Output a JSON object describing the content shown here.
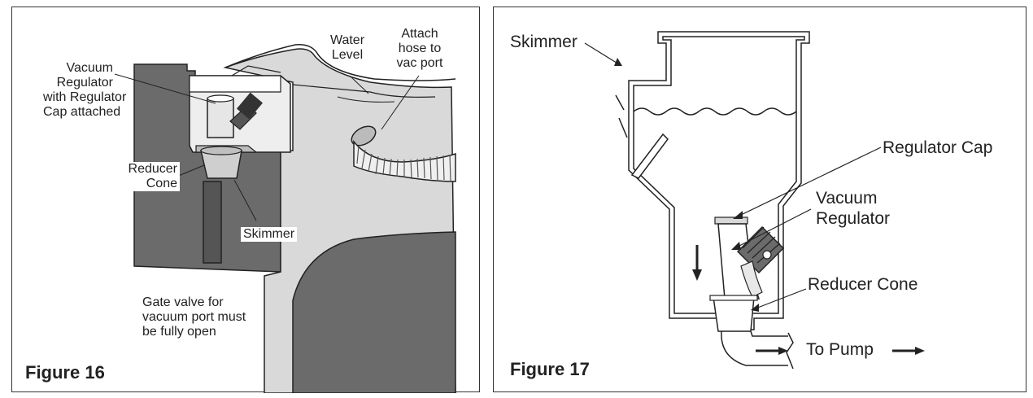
{
  "figure16": {
    "title": "Figure 16",
    "labels": {
      "water_level": [
        "Water",
        "Level"
      ],
      "attach_hose": [
        "Attach",
        "hose to",
        "vac port"
      ],
      "vacuum_regulator": [
        "Vacuum",
        "Regulator",
        "with Regulator",
        "Cap attached"
      ],
      "reducer_cone": [
        "Reducer",
        "Cone"
      ],
      "skimmer": "Skimmer",
      "gate_valve": [
        "Gate valve for",
        "vacuum port must",
        "be fully open"
      ]
    }
  },
  "figure17": {
    "title": "Figure 17",
    "labels": {
      "skimmer": "Skimmer",
      "regulator_cap": "Regulator Cap",
      "vacuum_regulator": [
        "Vacuum",
        "Regulator"
      ],
      "reducer_cone": "Reducer Cone",
      "to_pump": "To Pump"
    }
  },
  "colors": {
    "line": "#222222",
    "dark_wall": "#6b6b6b",
    "light_wall": "#d9d9d9",
    "mid_gray": "#9a9a9a"
  }
}
